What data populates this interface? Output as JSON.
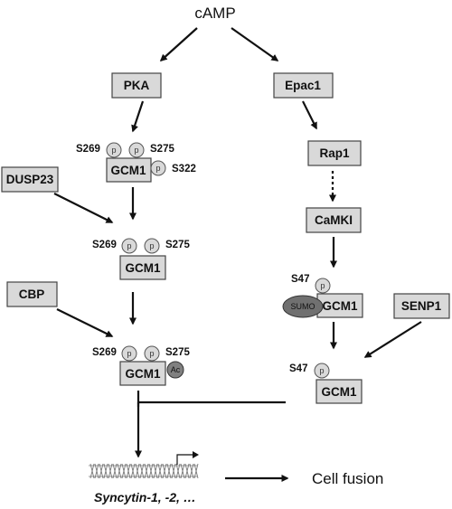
{
  "top_label": "cAMP",
  "nodes": {
    "pka": "PKA",
    "epac1": "Epac1",
    "rap1": "Rap1",
    "camki": "CaMKI",
    "dusp23": "DUSP23",
    "cbp": "CBP",
    "senp1": "SENP1"
  },
  "gcm1_label": "GCM1",
  "phospho_label": "p",
  "sites": {
    "s269": "S269",
    "s275": "S275",
    "s322": "S322",
    "s47": "S47"
  },
  "modifiers": {
    "sumo": "SUMO",
    "ac": "Ac"
  },
  "gene_label": "Syncytin-1, -2, …",
  "outcome_label": "Cell fusion"
}
